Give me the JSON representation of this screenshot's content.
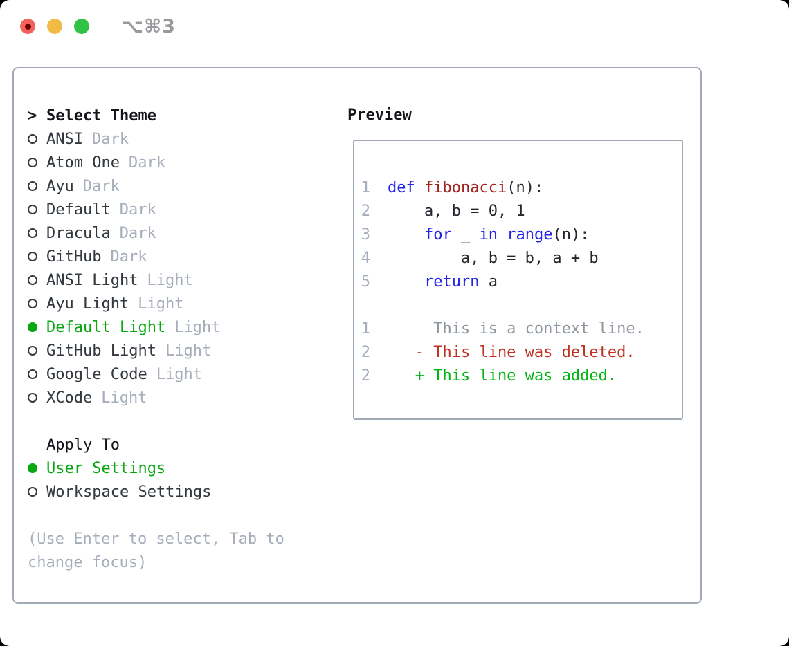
{
  "window": {
    "shortcut": "⌥⌘3"
  },
  "traffic_lights": {
    "close_color": "#F0625A",
    "close_dot_color": "#6E0203",
    "minimize_color": "#F2BB45",
    "zoom_color": "#32C246"
  },
  "colors": {
    "border": "#A2AAB6",
    "dark": "#33383E",
    "near_black": "#141619",
    "muted": "#A6AEBB",
    "green": "#09A712",
    "keyword": "#2222E8",
    "function": "#A1241E",
    "plain": "#22262B",
    "context": "#8D959E",
    "deleted": "#BF3221",
    "added": "#00B411",
    "line_number": "#A6AEBB"
  },
  "theme_picker": {
    "title_marker": ">",
    "title": "Select Theme",
    "items": [
      {
        "name": "ANSI",
        "variant": "Dark",
        "selected": false
      },
      {
        "name": "Atom One",
        "variant": "Dark",
        "selected": false
      },
      {
        "name": "Ayu",
        "variant": "Dark",
        "selected": false
      },
      {
        "name": "Default",
        "variant": "Dark",
        "selected": false
      },
      {
        "name": "Dracula",
        "variant": "Dark",
        "selected": false
      },
      {
        "name": "GitHub",
        "variant": "Dark",
        "selected": false
      },
      {
        "name": "ANSI Light",
        "variant": "Light",
        "selected": false
      },
      {
        "name": "Ayu Light",
        "variant": "Light",
        "selected": false
      },
      {
        "name": "Default Light",
        "variant": "Light",
        "selected": true
      },
      {
        "name": "GitHub Light",
        "variant": "Light",
        "selected": false
      },
      {
        "name": "Google Code",
        "variant": "Light",
        "selected": false
      },
      {
        "name": "XCode",
        "variant": "Light",
        "selected": false
      }
    ],
    "apply_to": {
      "title": "Apply To",
      "options": [
        {
          "label": "User Settings",
          "selected": true
        },
        {
          "label": "Workspace Settings",
          "selected": false
        }
      ]
    },
    "hint_lines": [
      "(Use Enter to select, Tab to",
      "change focus)"
    ]
  },
  "preview": {
    "title": "Preview",
    "lines": [
      {
        "num": "1",
        "kind": "code",
        "segments": [
          {
            "text": "def",
            "style": "keyword"
          },
          {
            "text": " ",
            "style": "plain"
          },
          {
            "text": "fibonacci",
            "style": "function"
          },
          {
            "text": "(n):",
            "style": "plain"
          }
        ]
      },
      {
        "num": "2",
        "kind": "code",
        "segments": [
          {
            "text": "    a, b = 0, 1",
            "style": "plain"
          }
        ]
      },
      {
        "num": "3",
        "kind": "code",
        "segments": [
          {
            "text": "    ",
            "style": "plain"
          },
          {
            "text": "for",
            "style": "keyword"
          },
          {
            "text": " _ ",
            "style": "plain"
          },
          {
            "text": "in",
            "style": "keyword"
          },
          {
            "text": " ",
            "style": "plain"
          },
          {
            "text": "range",
            "style": "keyword"
          },
          {
            "text": "(n):",
            "style": "plain"
          }
        ]
      },
      {
        "num": "4",
        "kind": "code",
        "segments": [
          {
            "text": "        a, b = b, a + b",
            "style": "plain"
          }
        ]
      },
      {
        "num": "5",
        "kind": "code",
        "segments": [
          {
            "text": "    ",
            "style": "plain"
          },
          {
            "text": "return",
            "style": "keyword"
          },
          {
            "text": " a",
            "style": "plain"
          }
        ]
      },
      {
        "num": "",
        "kind": "blank",
        "segments": []
      },
      {
        "num": "1",
        "kind": "diff-context",
        "segments": [
          {
            "text": "     This is a context line.",
            "style": "context"
          }
        ]
      },
      {
        "num": "2",
        "kind": "diff-deleted",
        "segments": [
          {
            "text": "   - This line was deleted.",
            "style": "deleted"
          }
        ]
      },
      {
        "num": "2",
        "kind": "diff-added",
        "segments": [
          {
            "text": "   + This line was added.",
            "style": "added"
          }
        ]
      }
    ]
  }
}
